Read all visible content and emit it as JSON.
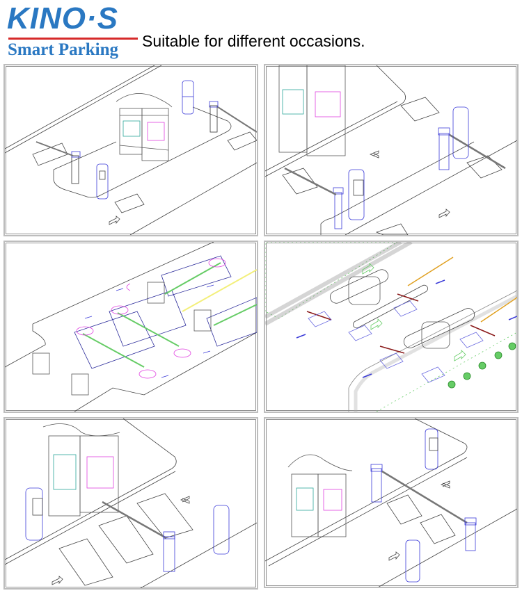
{
  "header": {
    "brand": "KINO·S",
    "brand_subtitle": "Smart Parking",
    "tagline": "Suitable for different occasions."
  },
  "colors": {
    "brand_blue": "#2a78c2",
    "brand_rule_red": "#d62a2a",
    "drawing_line": "#444444",
    "equipment_blue": "#3a3ad8",
    "glass_magenta": "#e040e0",
    "glass_teal": "#2aa69a",
    "lane_green": "#66cc66",
    "lane_yellow": "#f3ef7a",
    "road_orange": "#e0a020",
    "barrier_red": "#8a1a1a"
  },
  "panels": [
    {
      "id": 1,
      "scene": "toll-island-with-booth-two-barriers-kiosk"
    },
    {
      "id": 2,
      "scene": "booth-corner-entry-exit-lanes-barriers-kiosk"
    },
    {
      "id": 3,
      "scene": "parking-lot-overview-multiple-booths-rows"
    },
    {
      "id": 4,
      "scene": "landscaped-entrance-two-islands-annotated"
    },
    {
      "id": 5,
      "scene": "booth-with-barrier-and-kiosk-lanes"
    },
    {
      "id": 6,
      "scene": "booth-double-barrier-across-road"
    }
  ]
}
